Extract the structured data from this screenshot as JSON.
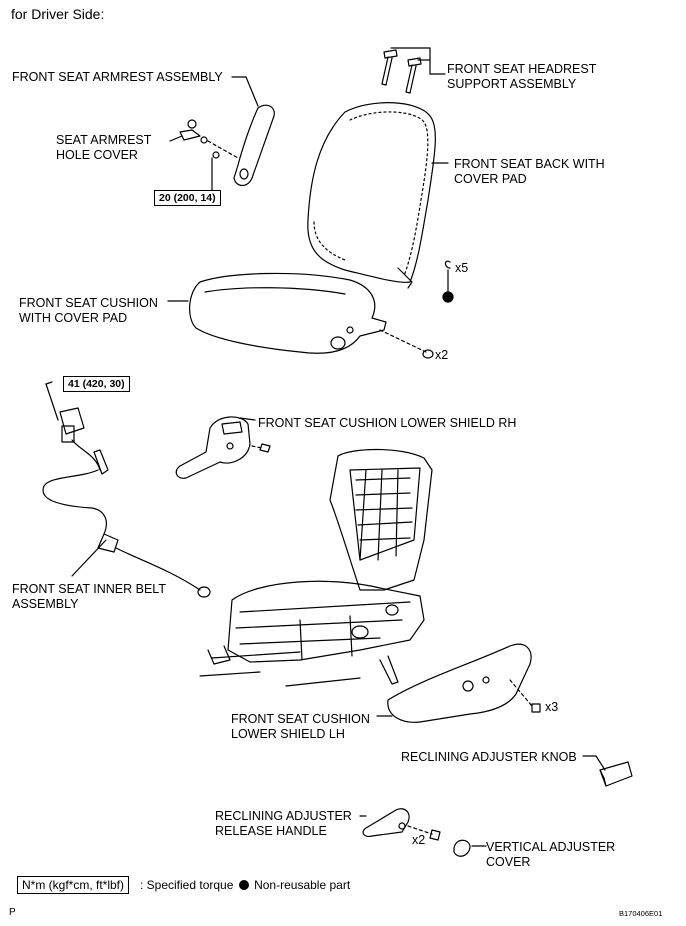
{
  "title": "for Driver Side:",
  "labels": {
    "armrest_assembly": "FRONT SEAT ARMREST ASSEMBLY",
    "armrest_hole_cover": "SEAT ARMREST\nHOLE COVER",
    "headrest_support": "FRONT SEAT HEADREST\nSUPPORT ASSEMBLY",
    "seat_back": "FRONT SEAT BACK WITH\nCOVER PAD",
    "seat_cushion": "FRONT SEAT CUSHION\nWITH COVER PAD",
    "lower_shield_rh": "FRONT SEAT CUSHION LOWER SHIELD RH",
    "inner_belt": "FRONT SEAT INNER BELT\nASSEMBLY",
    "lower_shield_lh": "FRONT SEAT CUSHION\nLOWER SHIELD LH",
    "recline_knob": "RECLINING ADJUSTER KNOB",
    "recline_handle": "RECLINING ADJUSTER\nRELEASE HANDLE",
    "vertical_cover": "VERTICAL ADJUSTER\nCOVER"
  },
  "quantities": {
    "hog_rings": "x5",
    "cushion_nuts": "x2",
    "lh_screws": "x3",
    "handle_screws": "x2"
  },
  "torques": {
    "armrest_bolt": "20 (200, 14)",
    "belt_bolt": "41 (420, 30)"
  },
  "legend": {
    "torque_units": "N*m (kgf*cm, ft*lbf)",
    "torque_desc": ": Specified torque",
    "nonreusable_desc": "Non-reusable part"
  },
  "footer": {
    "left": "P",
    "right": "B170406E01"
  }
}
